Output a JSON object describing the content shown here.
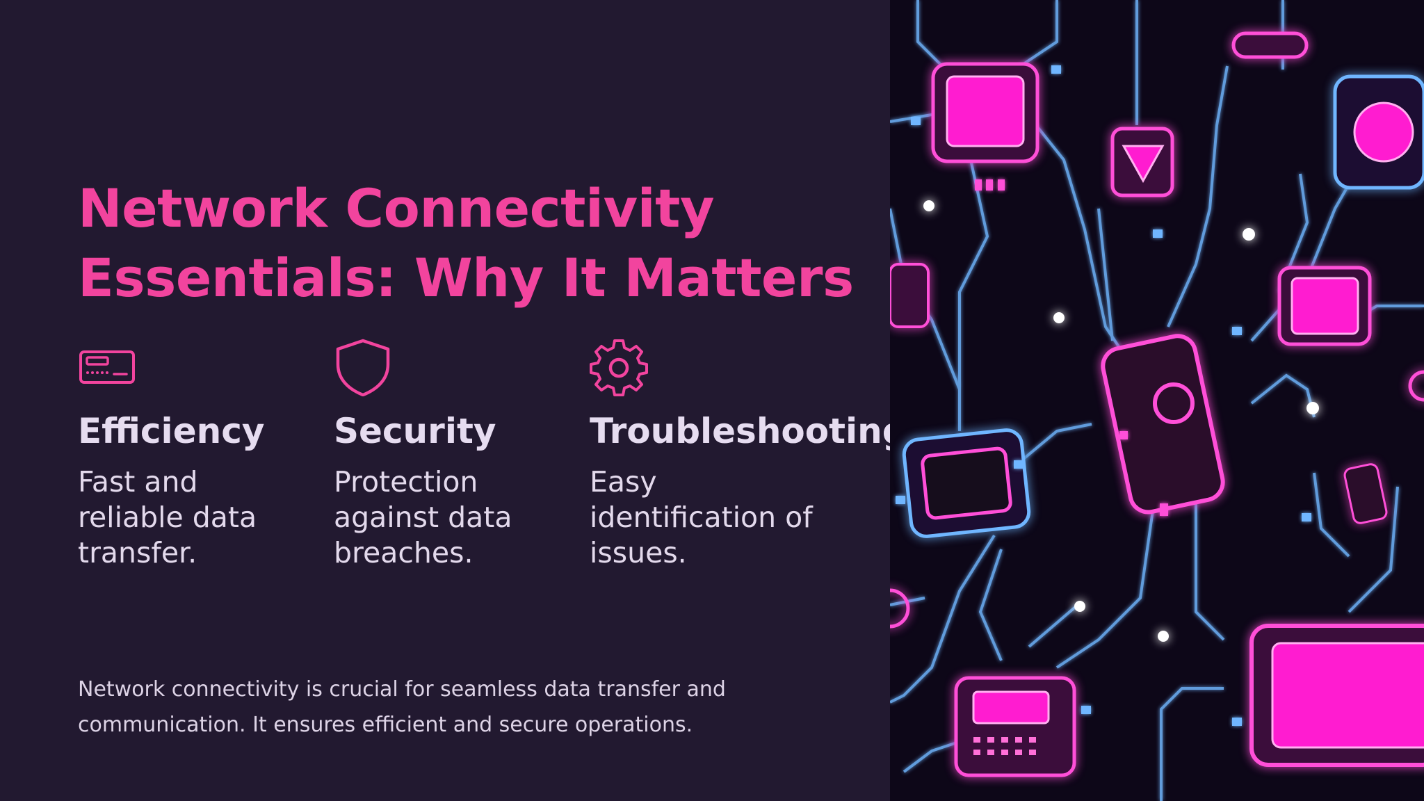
{
  "slide": {
    "title_line1": "Network Connectivity",
    "title_line2": "Essentials: Why It Matters",
    "features": [
      {
        "icon": "card-reader-icon",
        "heading": "Efficiency",
        "text": "Fast and reliable data transfer."
      },
      {
        "icon": "shield-icon",
        "heading": "Security",
        "text": "Protection against data breaches."
      },
      {
        "icon": "gear-icon",
        "heading": "Troubleshooting",
        "text": "Easy identification of issues."
      }
    ],
    "summary": "Network connectivity is crucial for seamless data transfer and communication. It ensures efficient and secure operations."
  },
  "colors": {
    "background": "#221930",
    "accent": "#f2449e",
    "heading": "#e6dcf0",
    "circuit_pink": "#ff2bd6",
    "circuit_blue": "#6fb6ff"
  }
}
